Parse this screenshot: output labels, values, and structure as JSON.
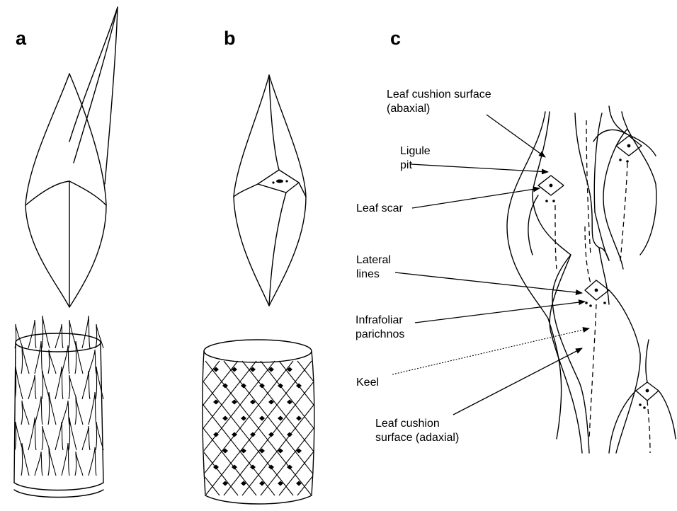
{
  "panels": {
    "a": "a",
    "b": "b",
    "c": "c"
  },
  "labels": {
    "leaf_cushion_abaxial": [
      "Leaf cushion surface",
      "(abaxial)"
    ],
    "ligule_pit": [
      "Ligule",
      "pit"
    ],
    "leaf_scar": [
      "Leaf scar"
    ],
    "lateral_lines": [
      "Lateral",
      "lines"
    ],
    "infrafoliar_parichnos": [
      "Infrafoliar",
      "parichnos"
    ],
    "keel": [
      "Keel"
    ],
    "leaf_cushion_adaxial": [
      "Leaf cushion",
      "surface  (adaxial)"
    ]
  },
  "icons": [
    "arrow-icon"
  ]
}
